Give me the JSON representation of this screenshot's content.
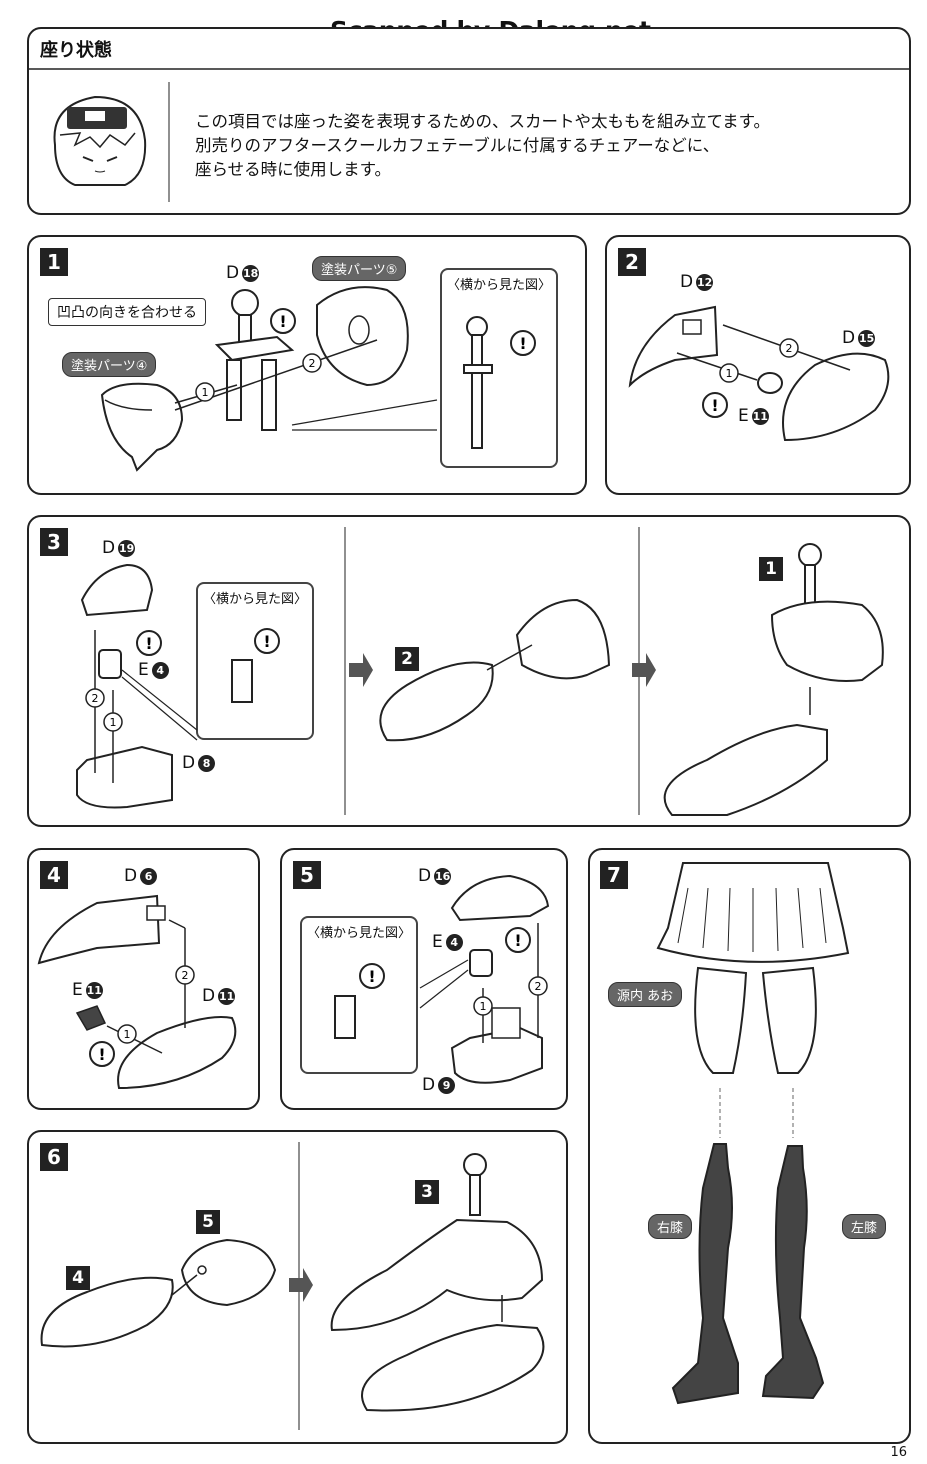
{
  "header": {
    "scan_credit": "Scanned by Dalong.net",
    "section_title": "座り状態",
    "intro_lines": [
      "この項目では座った姿を表現するための、スカートや太ももを組み立てます。",
      "別売りのアフタースクールカフェテーブルに付属するチェアーなどに、",
      "座らせる時に使用します。"
    ]
  },
  "steps": [
    {
      "num": "1",
      "parts": [
        {
          "letter": "D",
          "num": "18"
        }
      ],
      "badges": [
        "塗装パーツ⑤",
        "塗装パーツ④"
      ],
      "note": "凹凸の向きを合わせる",
      "side_view": "〈横から見た図〉",
      "order": [
        "1",
        "2"
      ]
    },
    {
      "num": "2",
      "parts": [
        {
          "letter": "D",
          "num": "12"
        },
        {
          "letter": "D",
          "num": "15"
        },
        {
          "letter": "E",
          "num": "11"
        }
      ],
      "order": [
        "1",
        "2"
      ]
    },
    {
      "num": "3",
      "parts": [
        {
          "letter": "D",
          "num": "19"
        },
        {
          "letter": "E",
          "num": "4"
        },
        {
          "letter": "D",
          "num": "8"
        }
      ],
      "side_view": "〈横から見た図〉",
      "order": [
        "1",
        "2"
      ],
      "sub_refs": [
        "2",
        "1"
      ]
    },
    {
      "num": "4",
      "parts": [
        {
          "letter": "D",
          "num": "6"
        },
        {
          "letter": "E",
          "num": "11"
        },
        {
          "letter": "D",
          "num": "11"
        }
      ],
      "order": [
        "1",
        "2"
      ]
    },
    {
      "num": "5",
      "parts": [
        {
          "letter": "D",
          "num": "16"
        },
        {
          "letter": "E",
          "num": "4"
        },
        {
          "letter": "D",
          "num": "9"
        }
      ],
      "side_view": "〈横から見た図〉",
      "order": [
        "1",
        "2"
      ]
    },
    {
      "num": "6",
      "sub_refs": [
        "4",
        "5",
        "3"
      ]
    },
    {
      "num": "7",
      "badges": [
        "源内 あお",
        "右膝",
        "左膝"
      ]
    }
  ],
  "footer": {
    "page_number": "16"
  },
  "colors": {
    "ink": "#222222",
    "badge": "#666666",
    "arrow_dashed": "#999999"
  }
}
